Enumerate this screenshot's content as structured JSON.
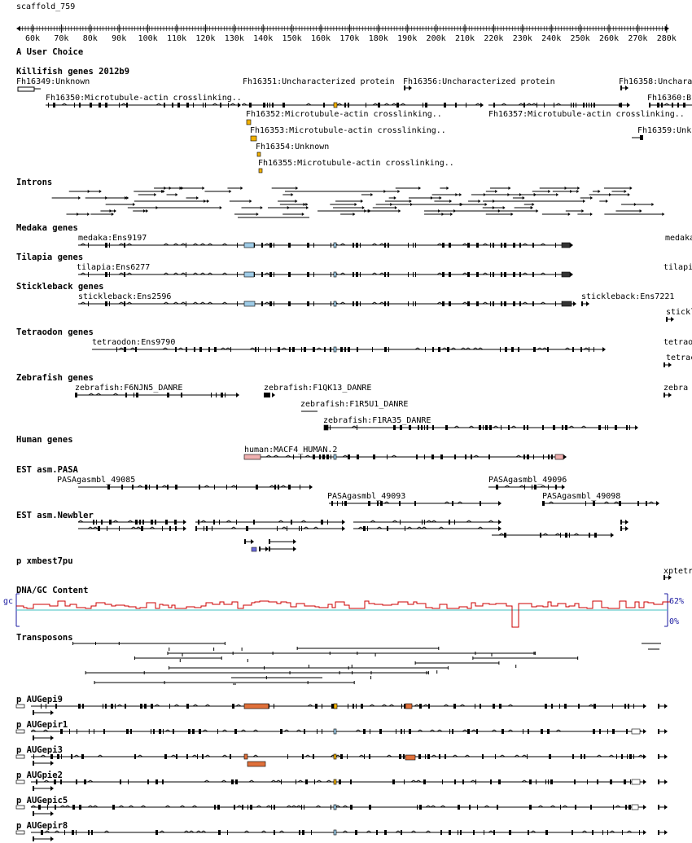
{
  "scaffold": "scaffold_759",
  "ruler": {
    "ticks": [
      "60k",
      "70k",
      "80k",
      "90k",
      "100k",
      "110k",
      "120k",
      "130k",
      "140k",
      "150k",
      "160k",
      "170k",
      "180k",
      "190k",
      "200k",
      "210k",
      "220k",
      "230k",
      "240k",
      "250k",
      "260k",
      "270k",
      "280k"
    ]
  },
  "tracks": [
    {
      "id": "user",
      "title": "A User Choice",
      "labels": []
    },
    {
      "id": "killifish",
      "title": "Killifish genes 2012b9",
      "labels": [
        "Fh16349:Unknown",
        "Fh16350:Microtubule-actin crosslinking..",
        "Fh16351:Uncharacterized protein",
        "Fh16352:Microtubule-actin crosslinking..",
        "Fh16353:Microtubule-actin crosslinking..",
        "Fh16354:Unknown",
        "Fh16355:Microtubule-actin crosslinking..",
        "Fh16356:Uncharacterized protein",
        "Fh16357:Microtubule-actin crosslinking..",
        "Fh16358:Uncharac",
        "Fh16360:B",
        "Fh16359:Unkn"
      ]
    },
    {
      "id": "introns",
      "title": "Introns",
      "labels": []
    },
    {
      "id": "medaka",
      "title": "Medaka genes",
      "labels": [
        "medaka:Ens9197",
        "medaka"
      ]
    },
    {
      "id": "tilapia",
      "title": "Tilapia genes",
      "labels": [
        "tilapia:Ens6277",
        "tilapia"
      ]
    },
    {
      "id": "stickleback",
      "title": "Stickleback genes",
      "labels": [
        "stickleback:Ens2596",
        "stickleback:Ens7221",
        "stickl"
      ]
    },
    {
      "id": "tetraodon",
      "title": "Tetraodon genes",
      "labels": [
        "tetraodon:Ens9790",
        "tetrao",
        "tetrac"
      ]
    },
    {
      "id": "zebrafish",
      "title": "Zebrafish genes",
      "labels": [
        "zebrafish:F6NJN5_DANRE",
        "zebrafish:F1QK13_DANRE",
        "zebra",
        "zebrafish:F1R5U1_DANRE",
        "zebrafish:F1RA35_DANRE"
      ]
    },
    {
      "id": "human",
      "title": "Human genes",
      "labels": [
        "human:MACF4_HUMAN.2"
      ]
    },
    {
      "id": "pasa",
      "title": "EST asm.PASA",
      "labels": [
        "PASAgasmbl_49085",
        "PASAgasmbl_49096",
        "PASAgasmbl_49093",
        "PASAgasmbl_49098"
      ]
    },
    {
      "id": "newbler",
      "title": "EST asm.Newbler",
      "labels": []
    },
    {
      "id": "xmbest",
      "title": "p xmbest7pu",
      "labels": [
        "xptetr"
      ]
    },
    {
      "id": "gc",
      "title": "DNA/GC Content",
      "labels": []
    },
    {
      "id": "transposons",
      "title": "Transposons",
      "labels": []
    },
    {
      "id": "augepi9",
      "title": "p AUGepi9",
      "labels": []
    },
    {
      "id": "augepir1",
      "title": "p AUGepir1",
      "labels": []
    },
    {
      "id": "augepi3",
      "title": "p AUGepi3",
      "labels": []
    },
    {
      "id": "augpie2",
      "title": "p AUGpie2",
      "labels": []
    },
    {
      "id": "augepic5",
      "title": "p AUGepic5",
      "labels": []
    },
    {
      "id": "augepir8",
      "title": "p AUGepir8",
      "labels": []
    }
  ],
  "gc": {
    "left_label": "gc",
    "max_label": "62%",
    "min_label": "0%"
  },
  "colors": {
    "gene_yellow": "#f2b100",
    "human_pink": "#f0b0b0",
    "aug_orange": "#e0703a",
    "gc_line": "#cc0000",
    "gc_base": "#40c0c0",
    "gc_axis": "#1a1aa0",
    "blue_exon": "#9ecbe6"
  }
}
